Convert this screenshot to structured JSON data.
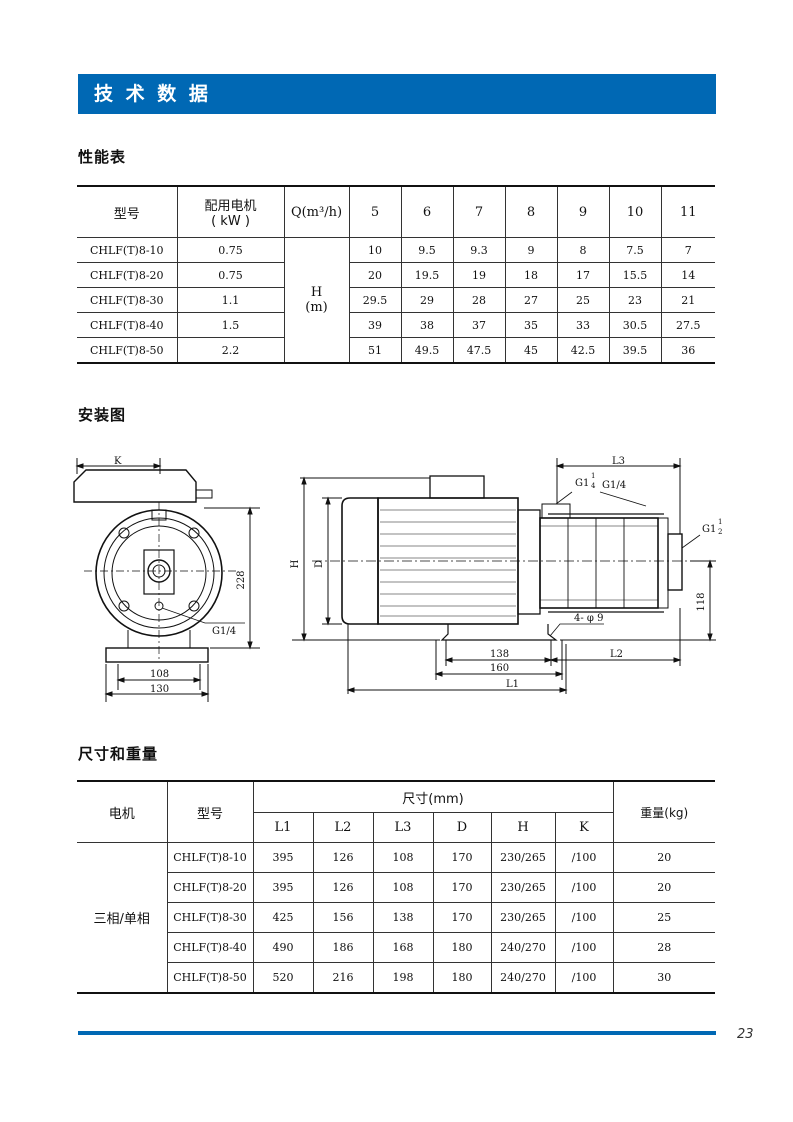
{
  "banner": "技 术 数 据",
  "perf_section": "性能表",
  "install_section": "安装图",
  "dims_section": "尺寸和重量",
  "perf_table": {
    "col_model": "型号",
    "col_motor_l1": "配用电机",
    "col_motor_l2": "( kW )",
    "col_q": "Q(m³/h)",
    "flows": [
      "5",
      "6",
      "7",
      "8",
      "9",
      "10",
      "11"
    ],
    "h_label_1": "H",
    "h_label_2": "(m)",
    "rows": [
      {
        "model": "CHLF(T)8-10",
        "kw": "0.75",
        "h": [
          "10",
          "9.5",
          "9.3",
          "9",
          "8",
          "7.5",
          "7"
        ]
      },
      {
        "model": "CHLF(T)8-20",
        "kw": "0.75",
        "h": [
          "20",
          "19.5",
          "19",
          "18",
          "17",
          "15.5",
          "14"
        ]
      },
      {
        "model": "CHLF(T)8-30",
        "kw": "1.1",
        "h": [
          "29.5",
          "29",
          "28",
          "27",
          "25",
          "23",
          "21"
        ]
      },
      {
        "model": "CHLF(T)8-40",
        "kw": "1.5",
        "h": [
          "39",
          "38",
          "37",
          "35",
          "33",
          "30.5",
          "27.5"
        ]
      },
      {
        "model": "CHLF(T)8-50",
        "kw": "2.2",
        "h": [
          "51",
          "49.5",
          "47.5",
          "45",
          "42.5",
          "39.5",
          "36"
        ]
      }
    ]
  },
  "drawing": {
    "k": "K",
    "dim_228": "228",
    "g14_left": "G1/4",
    "dim_108": "108",
    "dim_130": "130",
    "h": "H",
    "d": "D",
    "l3": "L3",
    "g114_a": "G1",
    "g114_b": "1",
    "g114_c": "4",
    "g14_right": "G1/4",
    "g112_a": "G1",
    "g112_b": "1",
    "g112_c": "2",
    "holes": "4- φ 9",
    "dim_118": "118",
    "dim_138": "138",
    "l2": "L2",
    "dim_160": "160",
    "l1": "L1"
  },
  "dims_table": {
    "col_motor": "电机",
    "col_model": "型号",
    "col_size": "尺寸(mm)",
    "col_weight": "重量(kg)",
    "sub": [
      "L1",
      "L2",
      "L3",
      "D",
      "H",
      "K"
    ],
    "motor_type": "三相/单相",
    "rows": [
      {
        "model": "CHLF(T)8-10",
        "v": [
          "395",
          "126",
          "108",
          "170",
          "230/265",
          "/100"
        ],
        "w": "20"
      },
      {
        "model": "CHLF(T)8-20",
        "v": [
          "395",
          "126",
          "108",
          "170",
          "230/265",
          "/100"
        ],
        "w": "20"
      },
      {
        "model": "CHLF(T)8-30",
        "v": [
          "425",
          "156",
          "138",
          "170",
          "230/265",
          "/100"
        ],
        "w": "25"
      },
      {
        "model": "CHLF(T)8-40",
        "v": [
          "490",
          "186",
          "168",
          "180",
          "240/270",
          "/100"
        ],
        "w": "28"
      },
      {
        "model": "CHLF(T)8-50",
        "v": [
          "520",
          "216",
          "198",
          "180",
          "240/270",
          "/100"
        ],
        "w": "30"
      }
    ]
  },
  "page_number": "23"
}
